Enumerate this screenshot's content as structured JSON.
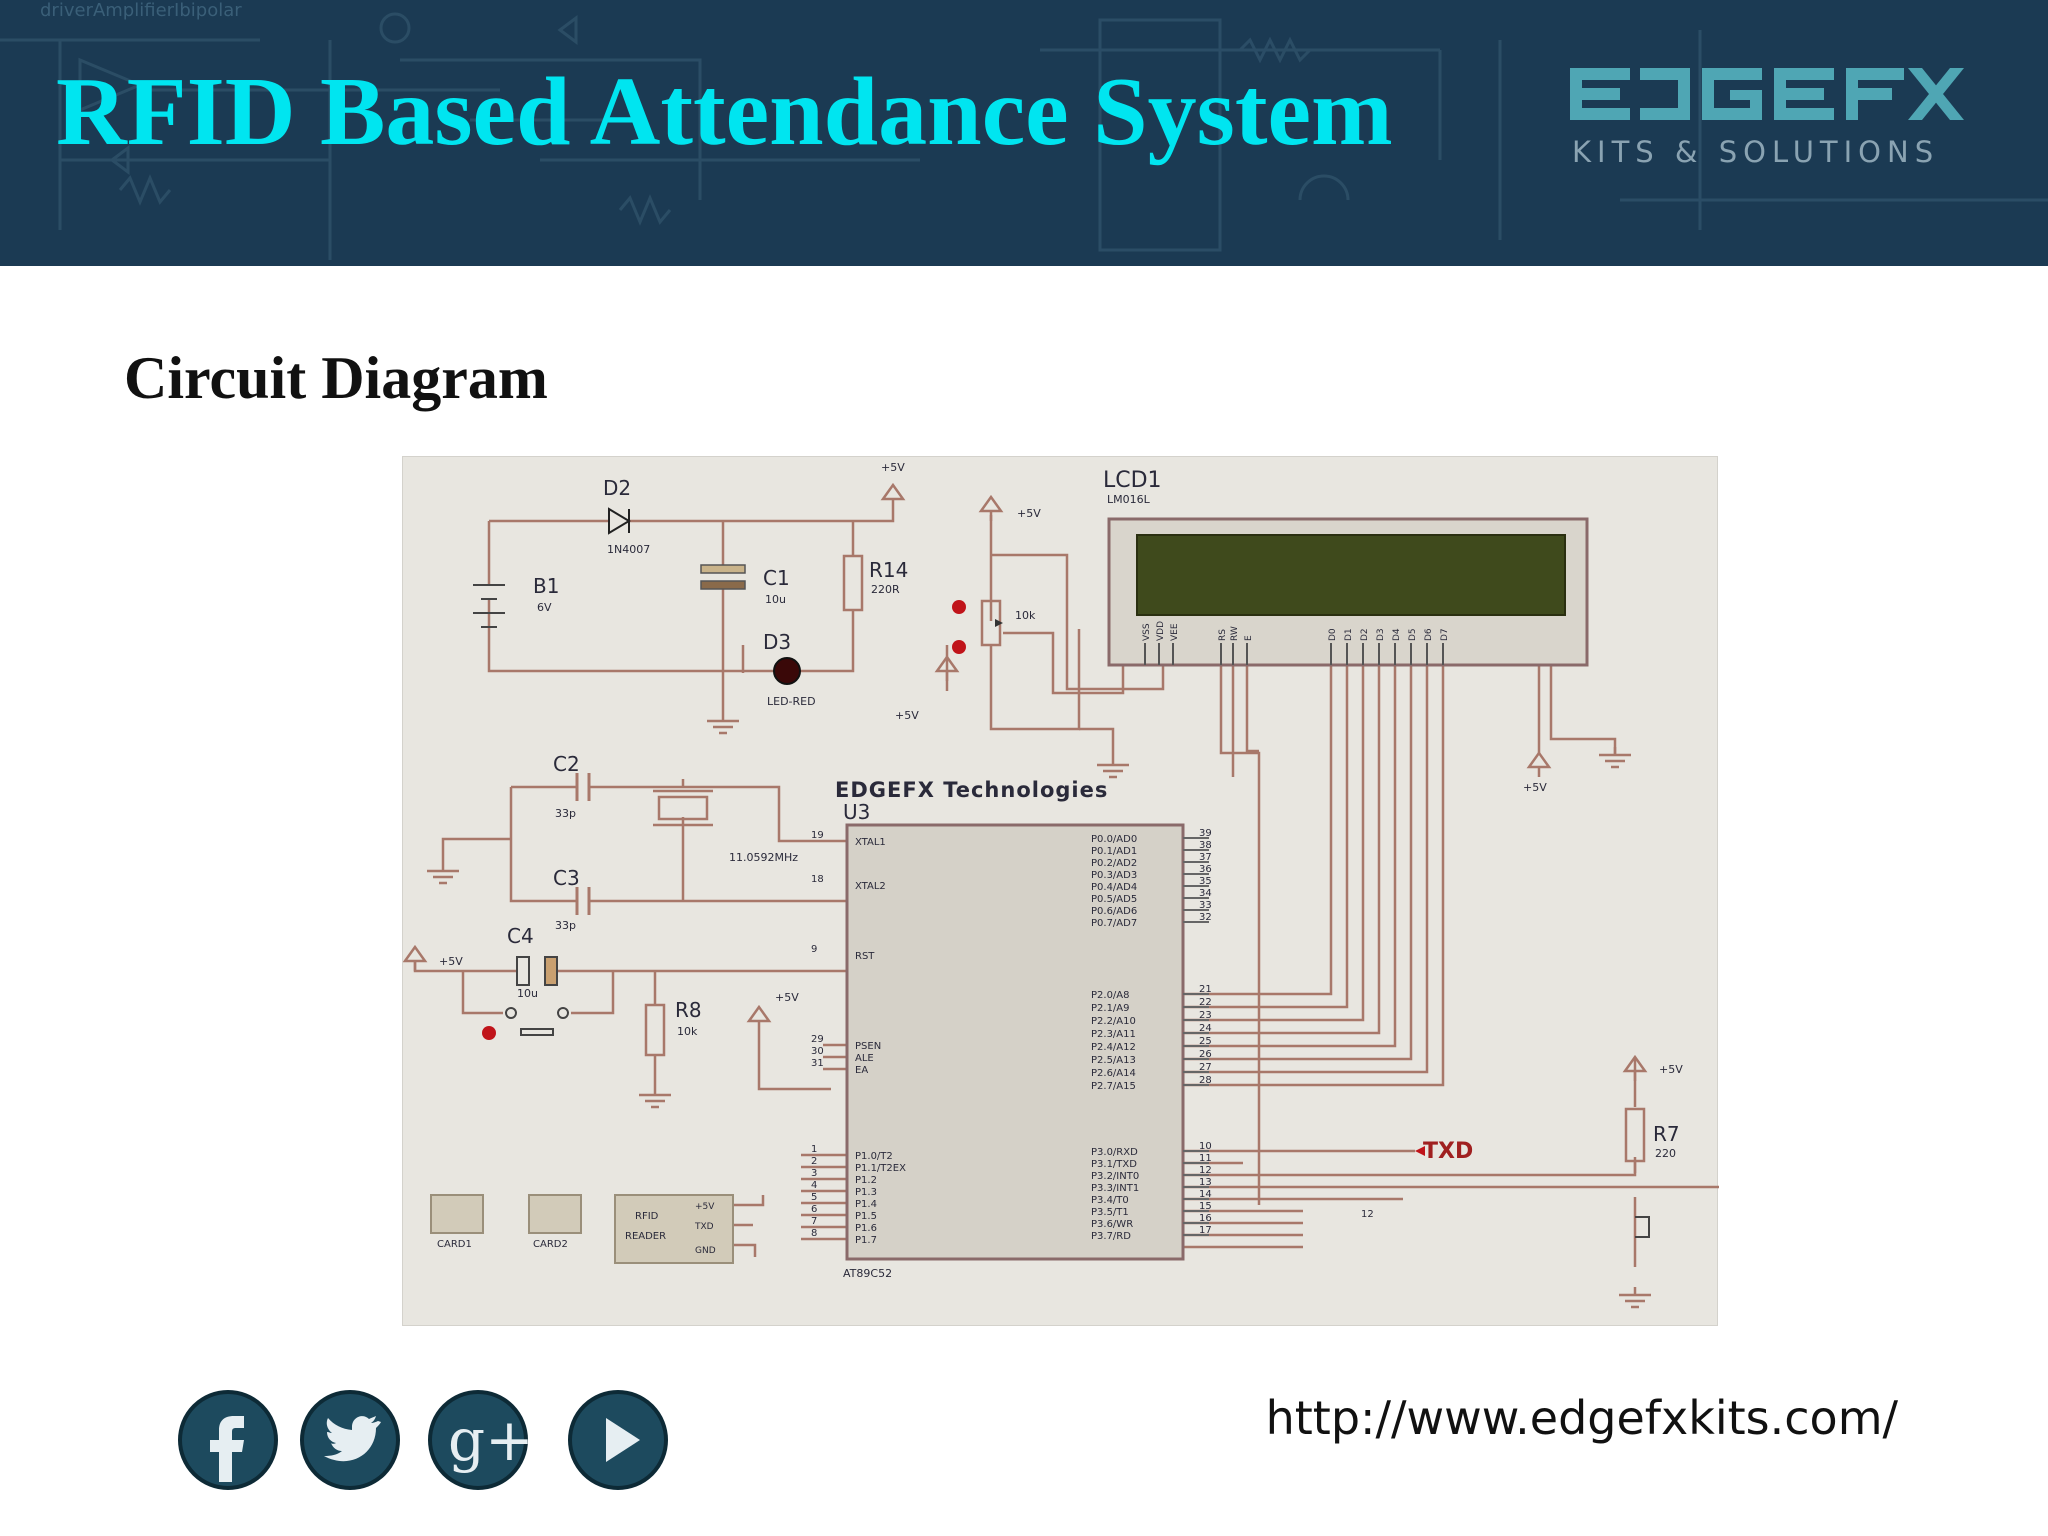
{
  "header": {
    "title": "RFID Based Attendance System",
    "background_color": "#1b3a53",
    "title_color": "#00e5f0",
    "logo": {
      "brand": "EDGEFX",
      "tagline": "KITS & SOLUTIONS"
    }
  },
  "slide": {
    "subtitle": "Circuit Diagram"
  },
  "schematic": {
    "banner": "EDGEFX Technologies",
    "labels": {
      "d2": "D2",
      "d2_part": "1N4007",
      "b1": "B1",
      "b1_value": "6V",
      "c1": "C1",
      "c1_value": "10u",
      "r14": "R14",
      "r14_value": "220R",
      "d3": "D3",
      "d3_part": "LED-RED",
      "c2": "C2",
      "c2_value": "33p",
      "c3": "C3",
      "c3_value": "33p",
      "crystal": "11.0592MHz",
      "c4": "C4",
      "c4_value": "10u",
      "r8": "R8",
      "r8_value": "10k",
      "pot_value": "10k",
      "lcd": "LCD1",
      "lcd_part": "LM016L",
      "u3": "U3",
      "u3_part": "AT89C52",
      "r7": "R7",
      "r7_value": "220",
      "vcc": "+5V",
      "txd_net": "TXD",
      "card1": "CARD1",
      "card2": "CARD2",
      "reader_line1": "RFID",
      "reader_line2": "READER",
      "reader_pin_vcc": "+5V",
      "reader_pin_txd": "TXD",
      "reader_pin_gnd": "GND",
      "net_12": "12"
    },
    "lcd_pins": [
      "VSS",
      "VDD",
      "VEE",
      "RS",
      "RW",
      "E",
      "D0",
      "D1",
      "D2",
      "D3",
      "D4",
      "D5",
      "D6",
      "D7"
    ],
    "mcu_left_pins": [
      {
        "num": "19",
        "name": "XTAL1"
      },
      {
        "num": "18",
        "name": "XTAL2"
      },
      {
        "num": "9",
        "name": "RST"
      },
      {
        "num": "29",
        "name": "PSEN"
      },
      {
        "num": "30",
        "name": "ALE"
      },
      {
        "num": "31",
        "name": "EA"
      },
      {
        "num": "1",
        "name": "P1.0/T2"
      },
      {
        "num": "2",
        "name": "P1.1/T2EX"
      },
      {
        "num": "3",
        "name": "P1.2"
      },
      {
        "num": "4",
        "name": "P1.3"
      },
      {
        "num": "5",
        "name": "P1.4"
      },
      {
        "num": "6",
        "name": "P1.5"
      },
      {
        "num": "7",
        "name": "P1.6"
      },
      {
        "num": "8",
        "name": "P1.7"
      }
    ],
    "mcu_right_pins": [
      {
        "num": "39",
        "name": "P0.0/AD0"
      },
      {
        "num": "38",
        "name": "P0.1/AD1"
      },
      {
        "num": "37",
        "name": "P0.2/AD2"
      },
      {
        "num": "36",
        "name": "P0.3/AD3"
      },
      {
        "num": "35",
        "name": "P0.4/AD4"
      },
      {
        "num": "34",
        "name": "P0.5/AD5"
      },
      {
        "num": "33",
        "name": "P0.6/AD6"
      },
      {
        "num": "32",
        "name": "P0.7/AD7"
      },
      {
        "num": "21",
        "name": "P2.0/A8"
      },
      {
        "num": "22",
        "name": "P2.1/A9"
      },
      {
        "num": "23",
        "name": "P2.2/A10"
      },
      {
        "num": "24",
        "name": "P2.3/A11"
      },
      {
        "num": "25",
        "name": "P2.4/A12"
      },
      {
        "num": "26",
        "name": "P2.5/A13"
      },
      {
        "num": "27",
        "name": "P2.6/A14"
      },
      {
        "num": "28",
        "name": "P2.7/A15"
      },
      {
        "num": "10",
        "name": "P3.0/RXD"
      },
      {
        "num": "11",
        "name": "P3.1/TXD"
      },
      {
        "num": "12",
        "name": "P3.2/INT0"
      },
      {
        "num": "13",
        "name": "P3.3/INT1"
      },
      {
        "num": "14",
        "name": "P3.4/T0"
      },
      {
        "num": "15",
        "name": "P3.5/T1"
      },
      {
        "num": "16",
        "name": "P3.6/WR"
      },
      {
        "num": "17",
        "name": "P3.7/RD"
      }
    ],
    "colors": {
      "wire": "#a8786a",
      "text": "#2a2a3a",
      "lcd_screen": "#3f4a1c",
      "probe": "#c0141a"
    }
  },
  "footer": {
    "url": "http://www.edgefxkits.com/",
    "social": [
      {
        "icon": "facebook-icon",
        "glyph": "f"
      },
      {
        "icon": "twitter-icon",
        "glyph": ""
      },
      {
        "icon": "google-plus-icon",
        "glyph": "g+"
      },
      {
        "icon": "youtube-play-icon",
        "glyph": ""
      }
    ],
    "icon_color": "#1d4a5e"
  }
}
